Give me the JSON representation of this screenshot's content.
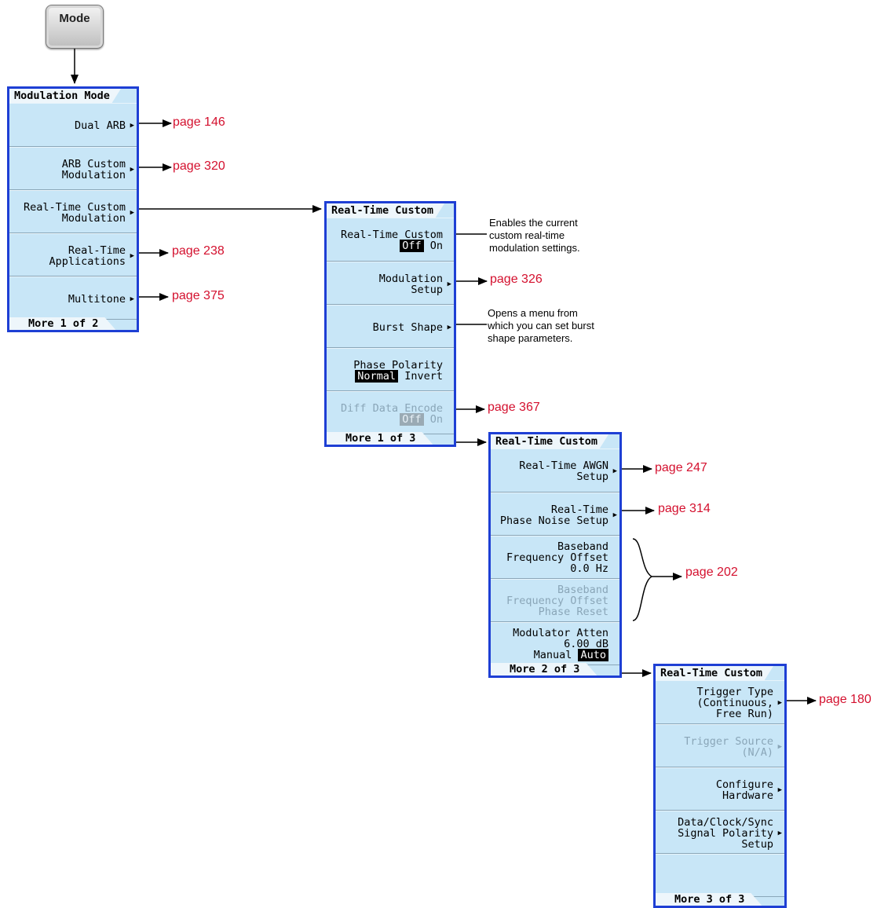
{
  "mode_button": {
    "label": "Mode"
  },
  "modulation_menu": {
    "title": "Modulation Mode",
    "keys": [
      {
        "lines": [
          "Dual ARB"
        ],
        "submenu": true
      },
      {
        "lines": [
          "ARB Custom",
          "Modulation"
        ],
        "submenu": true
      },
      {
        "lines": [
          "Real-Time Custom",
          "Modulation"
        ],
        "submenu": true
      },
      {
        "lines": [
          "Real-Time",
          "Applications"
        ],
        "submenu": true
      },
      {
        "lines": [
          "Multitone"
        ],
        "submenu": true
      }
    ],
    "footer": "More 1 of 2"
  },
  "rtc_menu_1": {
    "title": "Real-Time Custom",
    "keys": [
      {
        "label": "Real-Time Custom",
        "toggle": {
          "off": "Off",
          "on": "On",
          "selected": "Off"
        }
      },
      {
        "lines": [
          "Modulation",
          "Setup"
        ],
        "submenu": true
      },
      {
        "lines": [
          "Burst Shape"
        ],
        "submenu": true
      },
      {
        "label": "Phase Polarity",
        "toggle": {
          "off": "Normal",
          "on": "Invert",
          "selected": "Normal"
        }
      },
      {
        "label": "Diff Data Encode",
        "toggle": {
          "off": "Off",
          "on": "On",
          "selected": "Off"
        },
        "disabled": true
      }
    ],
    "footer": "More 1 of 3"
  },
  "rtc_menu_2": {
    "title": "Real-Time Custom",
    "keys": [
      {
        "lines": [
          "Real-Time AWGN",
          "Setup"
        ],
        "submenu": true
      },
      {
        "lines": [
          "Real-Time",
          "Phase Noise Setup"
        ],
        "submenu": true
      },
      {
        "lines": [
          "Baseband",
          "Frequency Offset",
          "0.0  Hz"
        ]
      },
      {
        "lines": [
          "Baseband",
          "Frequency Offset",
          "Phase Reset"
        ],
        "disabled": true
      },
      {
        "label": "Modulator Atten",
        "value": "6.00 dB",
        "toggle": {
          "off": "Manual",
          "on": "Auto",
          "selected": "Auto"
        }
      }
    ],
    "footer": "More 2 of 3"
  },
  "rtc_menu_3": {
    "title": "Real-Time Custom",
    "keys": [
      {
        "lines": [
          "Trigger Type",
          "(Continuous,",
          "Free Run)"
        ],
        "submenu": true
      },
      {
        "lines": [
          "Trigger Source",
          "(N/A)"
        ],
        "submenu": true,
        "disabled": true
      },
      {
        "lines": [
          "Configure",
          "Hardware"
        ],
        "submenu": true
      },
      {
        "lines": [
          "Data/Clock/Sync",
          "Signal Polarity",
          "Setup"
        ],
        "submenu": true
      },
      {
        "lines": []
      }
    ],
    "footer": "More 3 of 3"
  },
  "page_refs": {
    "dual_arb": "page 146",
    "arb_custom": "page 320",
    "rt_apps": "page 238",
    "multitone": "page 375",
    "mod_setup": "page 326",
    "diff_data": "page 367",
    "awgn": "page 247",
    "phase_noise": "page 314",
    "baseband": "page 202",
    "trigger": "page 180"
  },
  "notes": {
    "rtc_enable": [
      "Enables the current",
      "custom real-time",
      "modulation settings."
    ],
    "burst_shape": [
      "Opens a menu from",
      "which you can set burst",
      "shape parameters."
    ]
  },
  "colors": {
    "menu_bg": "#c8e6f7",
    "menu_border": "#1e3fd4",
    "page_ref": "#d4102e"
  }
}
